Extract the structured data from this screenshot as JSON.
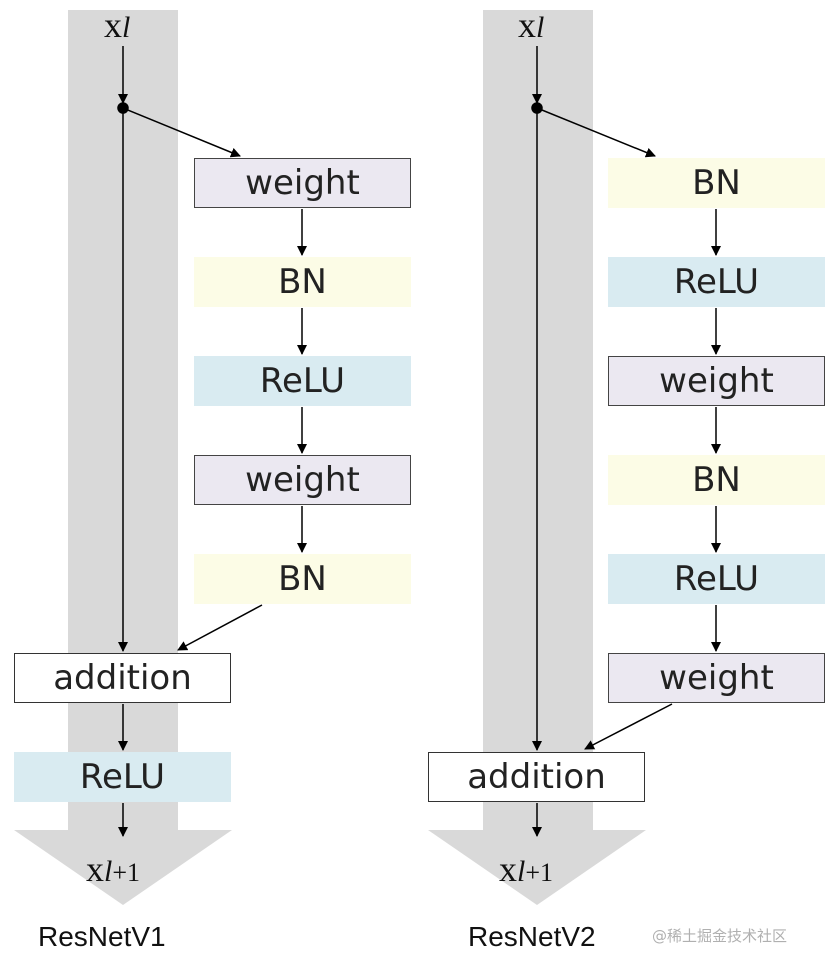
{
  "left": {
    "input_var": {
      "base": "x",
      "sub": "l"
    },
    "output_var": {
      "base": "x",
      "sub": "l",
      "sub_rest": "+1"
    },
    "blocks": [
      "weight",
      "BN",
      "ReLU",
      "weight",
      "BN"
    ],
    "addition_label": "addition",
    "post_relu_label": "ReLU",
    "caption": "ResNetV1"
  },
  "right": {
    "input_var": {
      "base": "x",
      "sub": "l"
    },
    "output_var": {
      "base": "x",
      "sub": "l",
      "sub_rest": "+1"
    },
    "blocks": [
      "BN",
      "ReLU",
      "weight",
      "BN",
      "ReLU",
      "weight"
    ],
    "addition_label": "addition",
    "caption": "ResNetV2"
  },
  "watermark": "@稀土掘金技术社区",
  "colors": {
    "shaft": "#d9d9d9",
    "weight_fill": "#ebe8f1",
    "bn_fill": "#fcfce6",
    "relu_fill": "#d9ebf1",
    "arrow": "#000000"
  }
}
